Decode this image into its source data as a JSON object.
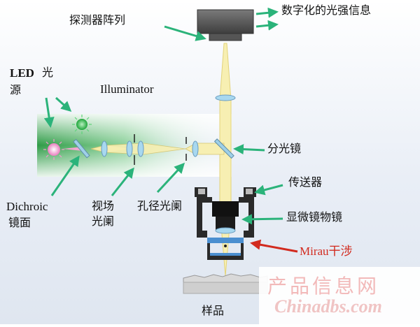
{
  "labels": {
    "detector_array": "探测器阵列",
    "digital_info": "数字化的光强信息",
    "led": "LED",
    "light_source_1": "光",
    "light_source_2": "源",
    "illuminator": "Illuminator",
    "beam_splitter": "分光镜",
    "transmitter": "传送器",
    "dichroic": "Dichroic",
    "mirror": "镜面",
    "field_stop_1": "视场",
    "field_stop_2": "光阑",
    "aperture_stop": "孔径光阑",
    "objective": "显微镜物镜",
    "mirau": "Mirau干涉",
    "sample": "样品"
  },
  "watermark": {
    "line1": "产品信息网",
    "line2": "Chinadbs.com"
  },
  "colors": {
    "illuminator_green": "#3aa851",
    "beam_yellow": "#f5eeb0",
    "detector_gray": "#5d5d5d",
    "arrow_green": "#2bb37a",
    "arrow_red": "#d22a1e",
    "lens_blue": "#a8d8ef",
    "led_green": "#2fb84a",
    "led_pink": "#f2a6d0",
    "holder_black": "#1a1a1a"
  }
}
